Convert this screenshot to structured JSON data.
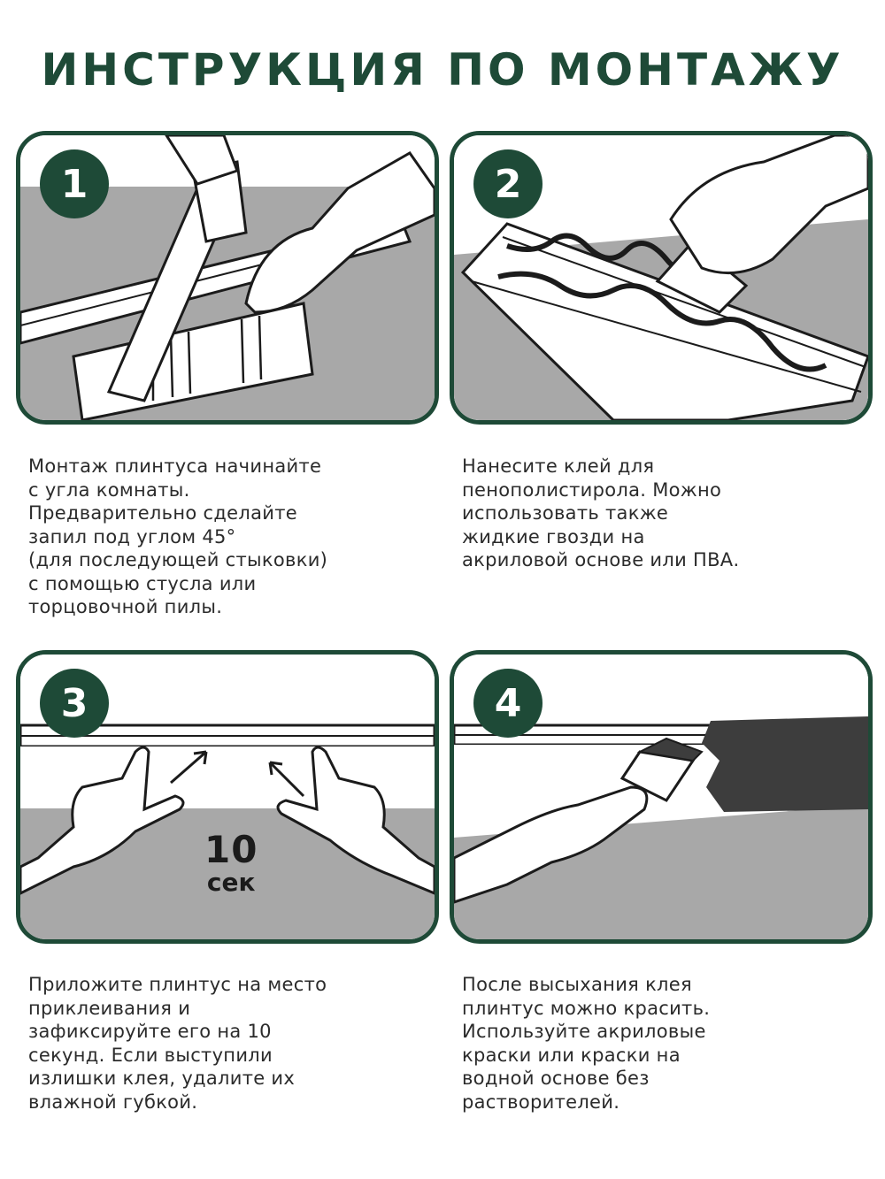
{
  "title": "ИНСТРУКЦИЯ ПО МОНТАЖУ",
  "colors": {
    "accent": "#1e4a37",
    "panel_gray": "#a8a8a8",
    "ink": "#1b1b1b"
  },
  "steps": [
    {
      "number": "1",
      "icons": [
        "hand-saw-icon",
        "miter-box-icon",
        "hand-icon"
      ],
      "caption": "Монтаж плинтуса начинайте\nс угла комнаты.\nПредварительно сделайте\nзапил под углом 45°\n(для последующей стыковки)\nс помощью стусла или\nторцовочной пилы."
    },
    {
      "number": "2",
      "icons": [
        "glue-tube-icon",
        "molding-icon",
        "hand-icon"
      ],
      "caption": "Нанесите клей для\nпенополистирола. Можно\nиспользовать также\nжидкие гвозди на\nакриловой основе или ПВА."
    },
    {
      "number": "3",
      "icons": [
        "hands-press-icon",
        "arrow-icon"
      ],
      "timer_value": "10",
      "timer_unit": "сек",
      "caption": "Приложите плинтус на место\nприклеивания и\nзафиксируйте его на 10\nсекунд. Если выступили\nизлишки клея, удалите их\nвлажной губкой."
    },
    {
      "number": "4",
      "icons": [
        "paint-brush-icon",
        "hand-icon"
      ],
      "caption": "После высыхания клея\nплинтус можно красить.\nИспользуйте акриловые\nкраски или краски на\nводной основе без\nрастворителей."
    }
  ]
}
